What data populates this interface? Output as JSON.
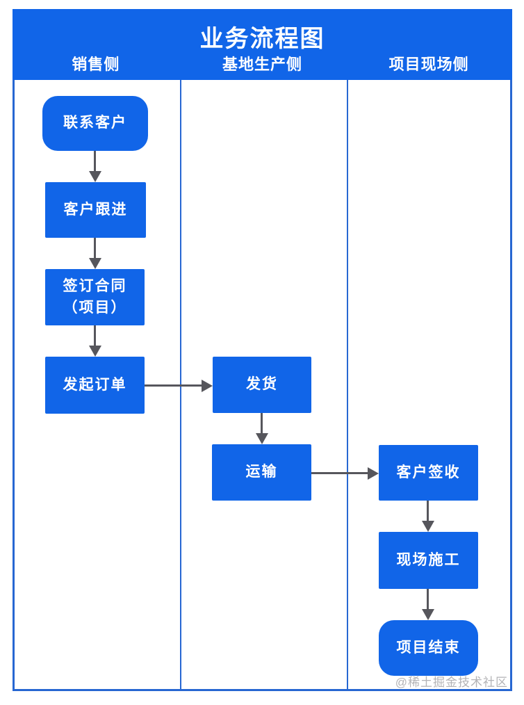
{
  "colors": {
    "node_blue": "#1165E8",
    "border_blue": "#2767D2",
    "arrow_gray": "#56565C",
    "node_text": "#FFFFFF",
    "watermark_gray": "#AFAFB2"
  },
  "header": {
    "title": "业务流程图",
    "lanes": [
      {
        "label": "销售侧"
      },
      {
        "label": "基地生产侧"
      },
      {
        "label": "项目现场侧"
      }
    ]
  },
  "nodes": [
    {
      "id": "contact-customer",
      "label": "联系客户",
      "lane": "销售侧",
      "shape": "rounded"
    },
    {
      "id": "customer-follow-up",
      "label": "客户跟进",
      "lane": "销售侧",
      "shape": "rect"
    },
    {
      "id": "sign-contract",
      "label": "签订合同",
      "label2": "（项目）",
      "lane": "销售侧",
      "shape": "rect"
    },
    {
      "id": "create-order",
      "label": "发起订单",
      "lane": "销售侧",
      "shape": "rect"
    },
    {
      "id": "ship-goods",
      "label": "发货",
      "lane": "基地生产侧",
      "shape": "rect"
    },
    {
      "id": "transport",
      "label": "运输",
      "lane": "基地生产侧",
      "shape": "rect"
    },
    {
      "id": "customer-receive",
      "label": "客户签收",
      "lane": "项目现场侧",
      "shape": "rect"
    },
    {
      "id": "site-construction",
      "label": "现场施工",
      "lane": "项目现场侧",
      "shape": "rect"
    },
    {
      "id": "project-end",
      "label": "项目结束",
      "lane": "项目现场侧",
      "shape": "rounded"
    }
  ],
  "edges": [
    {
      "from": "联系客户",
      "to": "客户跟进",
      "direction": "down"
    },
    {
      "from": "客户跟进",
      "to": "签订合同（项目）",
      "direction": "down"
    },
    {
      "from": "签订合同（项目）",
      "to": "发起订单",
      "direction": "down"
    },
    {
      "from": "发起订单",
      "to": "发货",
      "direction": "right"
    },
    {
      "from": "发货",
      "to": "运输",
      "direction": "down"
    },
    {
      "from": "运输",
      "to": "客户签收",
      "direction": "right"
    },
    {
      "from": "客户签收",
      "to": "现场施工",
      "direction": "down"
    },
    {
      "from": "现场施工",
      "to": "项目结束",
      "direction": "down"
    }
  ],
  "watermark": "@稀土掘金技术社区"
}
